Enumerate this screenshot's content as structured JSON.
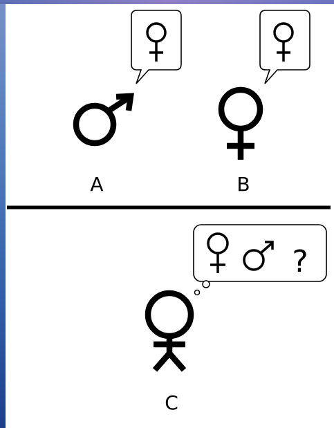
{
  "labels": {
    "a": "A",
    "b": "B",
    "c": "C",
    "question": "?"
  },
  "icons": [
    "male-symbol-icon",
    "female-symbol-icon",
    "speech-bubble-icon",
    "thought-bubble-icon",
    "stick-figure-icon"
  ],
  "colors": {
    "ink": "#000000",
    "background": "#ffffff"
  }
}
